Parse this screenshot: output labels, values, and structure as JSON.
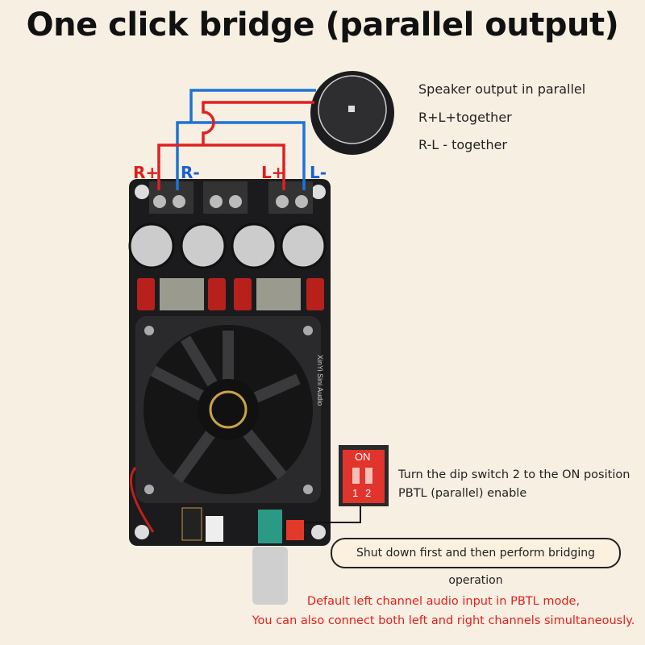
{
  "title": "One click bridge (parallel output)",
  "speaker_notes": [
    "Speaker output in parallel",
    "R+L+together",
    "R-L - together"
  ],
  "terminals": {
    "r_plus": "R+",
    "r_minus": "R-",
    "l_plus": "L+",
    "l_minus": "L-"
  },
  "board_brand": "XinYi Sini Audio",
  "dip": {
    "on": "ON",
    "one": "1",
    "two": "2"
  },
  "dip_notes": [
    "Turn the dip switch 2 to the ON position",
    "PBTL (parallel) enable"
  ],
  "warning": "Shut down first and then perform bridging operation",
  "bottom_notes": [
    "Default left channel audio input in PBTL mode,",
    "You can also connect both left and right channels simultaneously."
  ],
  "colors": {
    "positive": "#d9201c",
    "negative": "#1a5fd0"
  }
}
